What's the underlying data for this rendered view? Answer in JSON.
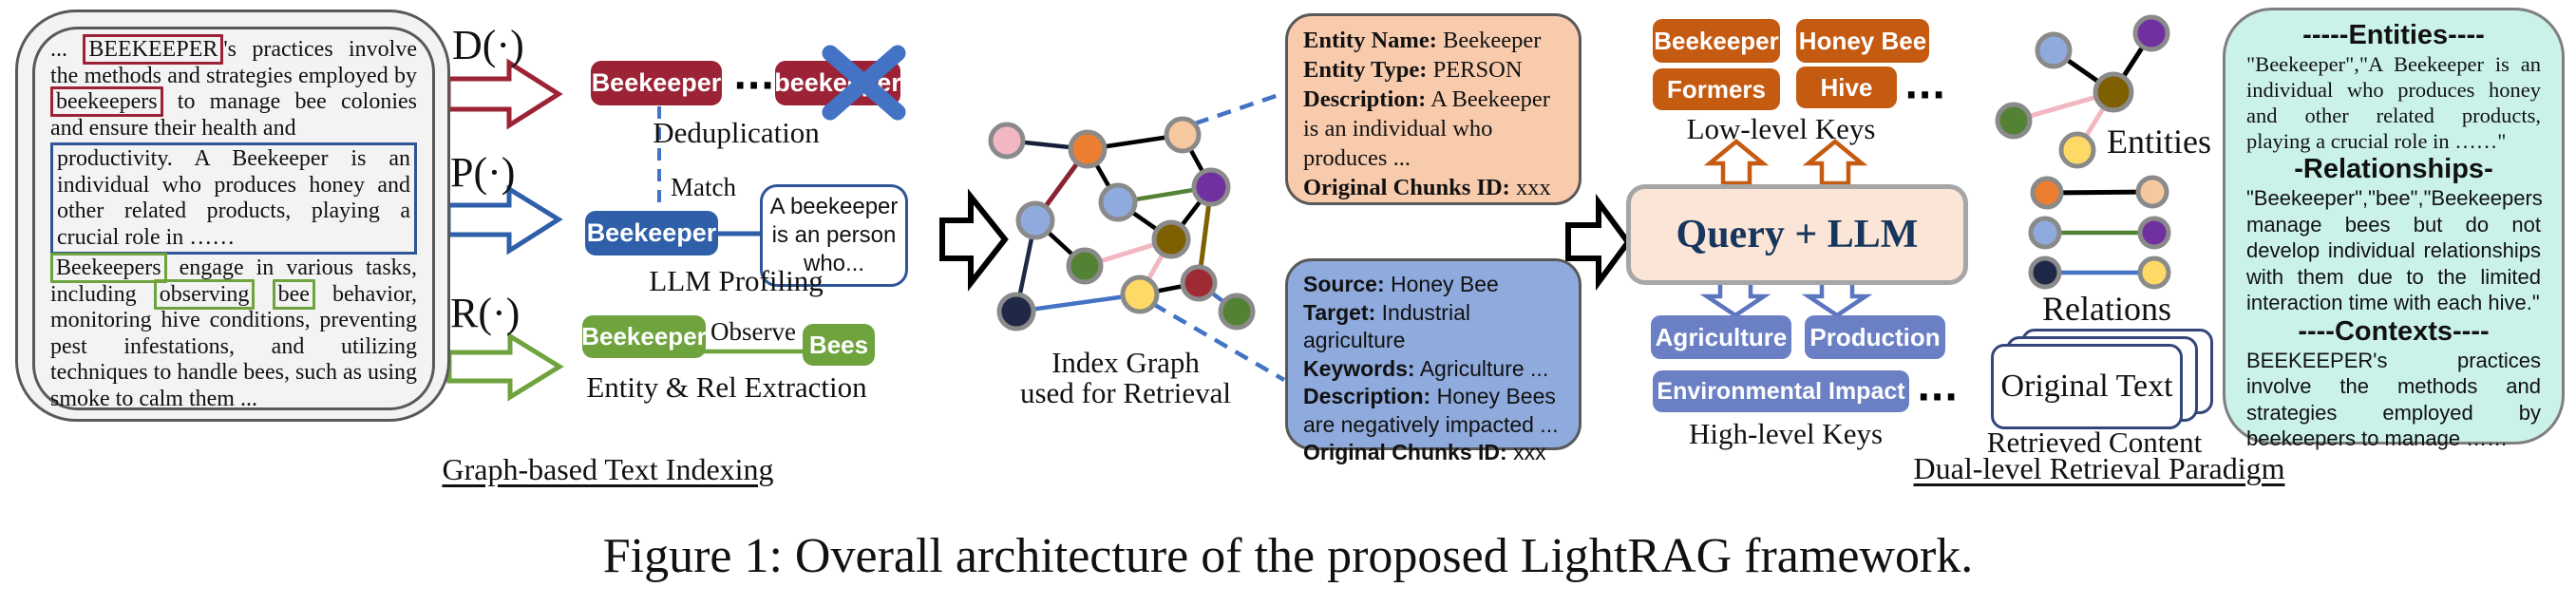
{
  "colors": {
    "dark_red": "#9b2335",
    "blue": "#2e5fa8",
    "green": "#6ea33e",
    "orange_key": "#c55a11",
    "blue_key": "#6b80c4",
    "cross_blue": "#4472c4",
    "entity_card_fill": "#f8cbad",
    "relation_card_fill": "#8faadc",
    "query_box_fill": "#fbe5d6",
    "result_panel_fill": "#cbf2e9"
  },
  "document": {
    "pre": "... ",
    "entity_red_1": "BEEKEEPER",
    "mid_1": "'s practices involve the methods and strategies employed by ",
    "entity_red_2": "beekeepers",
    "mid_2": " to manage bee colonies and ensure their health and",
    "profile_span": "productivity. A Beekeeper is an individual who produces honey and other related products, playing a crucial role in ……",
    "entity_green_1": "Beekeepers",
    "mid_3": " engage in various tasks, including ",
    "entity_green_2": "observing",
    "gap": " ",
    "entity_green_3": "bee",
    "mid_4": " behavior, monitoring hive conditions, preventing pest infestations, and utilizing techniques to handle bees, such as using smoke to calm them ..."
  },
  "indexing": {
    "dedup_operator": "D(·)",
    "profile_operator": "P(·)",
    "extract_operator": "R(·)",
    "dedup_pill": "Beekeeper",
    "dedup_dots": "···",
    "dedup_duplicate_pill": "beekeeper",
    "dedup_label": "Deduplication",
    "match_label": "Match",
    "profile_pill": "Beekeeper",
    "profile_callout": "A beekeeper is an person who...",
    "profile_label": "LLM Profiling",
    "extract_source_pill": "Beekeeper",
    "extract_edge_label": "Observe",
    "extract_target_pill": "Bees",
    "extract_label": "Entity & Rel Extraction",
    "section_label": "Graph-based Text Indexing"
  },
  "index_graph": {
    "label_line_1": "Index Graph",
    "label_line_2": "used for Retrieval"
  },
  "entity_card": {
    "rows": [
      {
        "label": "Entity Name:",
        "value": "  Beekeeper"
      },
      {
        "label": "Entity Type:",
        "value": " PERSON"
      },
      {
        "label": "Description:",
        "value": " A Beekeeper is an individual who produces ..."
      },
      {
        "label": "Original Chunks ID:",
        "value": " xxx"
      }
    ]
  },
  "relation_card": {
    "rows": [
      {
        "label": "Source:",
        "value": " Honey Bee"
      },
      {
        "label": "Target:",
        "value": " Industrial agriculture"
      },
      {
        "label": "Keywords:",
        "value": " Agriculture ..."
      },
      {
        "label": "Description:",
        "value": " Honey Bees are negatively impacted ..."
      },
      {
        "label": "Original Chunks ID:",
        "value": " xxx"
      }
    ]
  },
  "retrieval": {
    "query_box_label": "Query + LLM",
    "low_level_keys": [
      "Beekeeper",
      "Honey Bee",
      "Formers",
      "Hive"
    ],
    "low_level_dots": "···",
    "low_level_label": "Low-level Keys",
    "high_level_keys": [
      "Agriculture",
      "Production",
      "Environmental Impact"
    ],
    "high_level_dots": "···",
    "high_level_label": "High-level Keys",
    "entities_label": "Entities",
    "relations_label": "Relations",
    "original_text_label": "Original Text",
    "retrieved_label": "Retrieved Content",
    "section_label": "Dual-level Retrieval Paradigm"
  },
  "result_panel": {
    "entities_header": "-----Entities----",
    "entities_body": "\"Beekeeper\",\"A Beekeeper is an individual who produces honey and other related products, playing a crucial role in ……\"",
    "relationships_header": "-Relationships-",
    "relationships_body": "\"Beekeeper\",\"bee\",\"Beekeepers manage bees but do not develop individual relationships with them due to the limited interaction time with each hive.\"",
    "contexts_header": "----Contexts----",
    "contexts_body": "BEEKEEPER's practices involve the methods and strategies employed by beekeepers to manage ……"
  },
  "caption": "Figure 1: Overall architecture of the proposed LightRAG framework."
}
